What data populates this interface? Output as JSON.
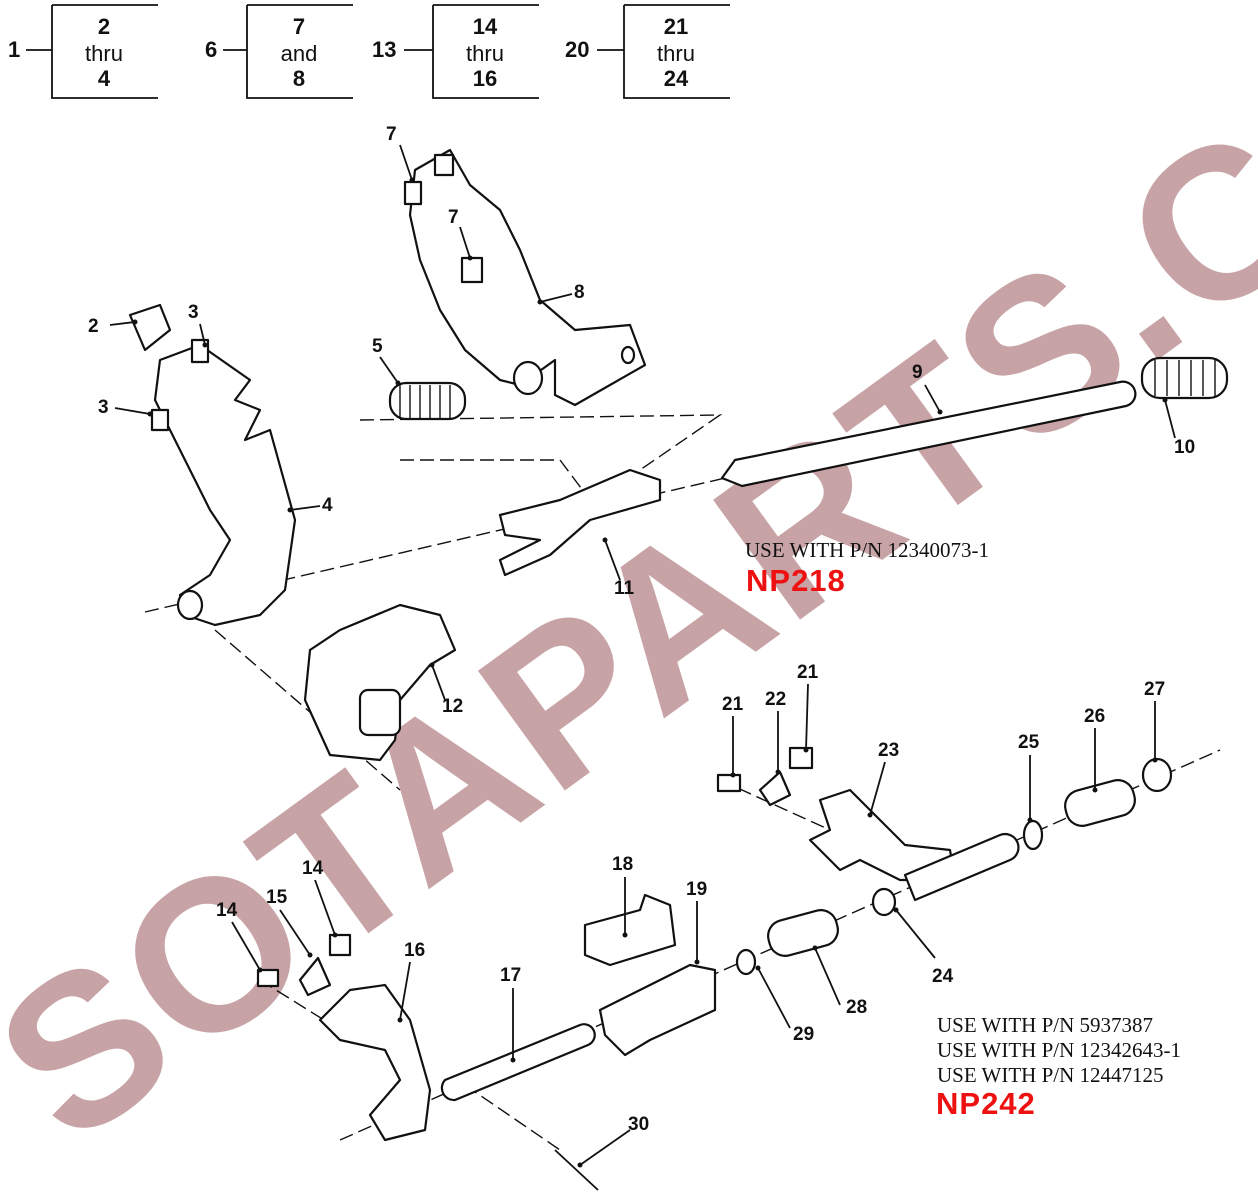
{
  "watermark": "SOTAPARTS.COM",
  "watermark_color": "#b98a8e",
  "groups": [
    {
      "ref": "1",
      "top": "2",
      "mid": "thru",
      "bottom": "4"
    },
    {
      "ref": "6",
      "top": "7",
      "mid": "and",
      "bottom": "8"
    },
    {
      "ref": "13",
      "top": "14",
      "mid": "thru",
      "bottom": "16"
    },
    {
      "ref": "20",
      "top": "21",
      "mid": "thru",
      "bottom": "24"
    }
  ],
  "callouts": [
    "2",
    "3",
    "3",
    "4",
    "5",
    "7",
    "7",
    "8",
    "9",
    "10",
    "11",
    "12",
    "21",
    "22",
    "21",
    "23",
    "25",
    "26",
    "27",
    "24",
    "28",
    "29",
    "17",
    "18",
    "19",
    "16",
    "15",
    "14",
    "14",
    "30"
  ],
  "np218": {
    "note": "USE WITH P/N 12340073-1",
    "model": "NP218",
    "model_color": "#ee1111"
  },
  "np242": {
    "notes": [
      "USE WITH P/N 5937387",
      "USE WITH P/N 12342643-1",
      "USE WITH P/N 12447125"
    ],
    "model": "NP242",
    "model_color": "#ee1111"
  }
}
